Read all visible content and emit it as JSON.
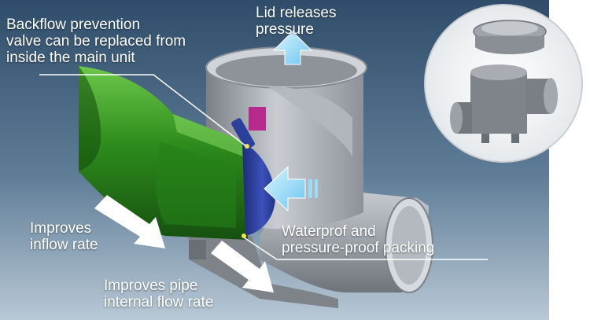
{
  "labels": {
    "backflow": "Backflow prevention\nvalve can be replaced from\ninside the main unit",
    "lid": "Lid releases\npressure",
    "inflow": "Improves\ninflow rate",
    "pipe": "Improves pipe\ninternal flow rate",
    "packing": "Waterprof and\npressure-proof packing"
  },
  "colors": {
    "background_top": "#2f4d6a",
    "background_bottom": "#b8c8d6",
    "pipe_green": "#2e8c1c",
    "valve_blue": "#2b3f9c",
    "flow_arrow": "#8fd8f6",
    "housing_gray": "#a4a8ae"
  }
}
